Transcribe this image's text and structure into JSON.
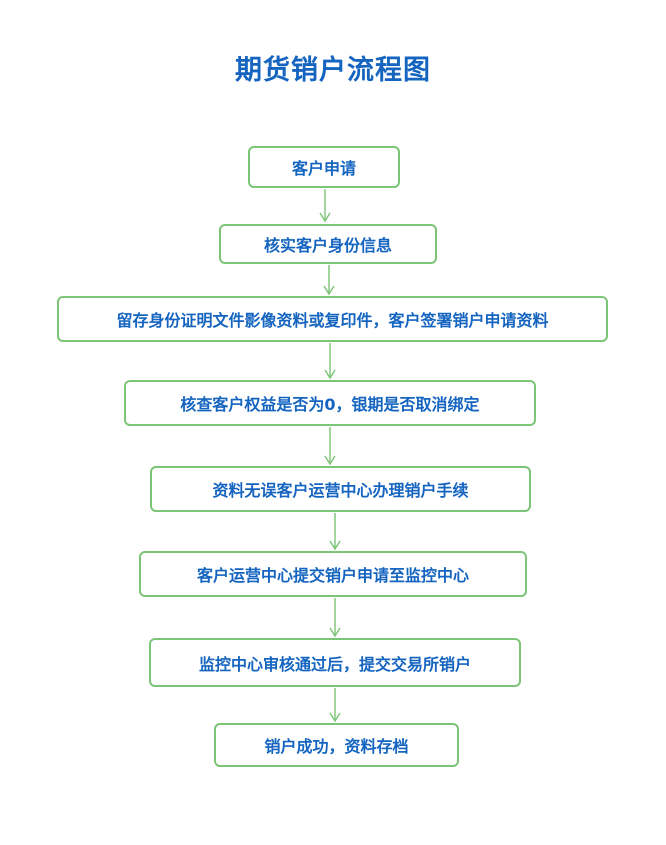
{
  "title": "期货销户流程图",
  "steps": [
    "客户申请",
    "核实客户身份信息",
    "留存身份证明文件影像资料或复印件，客户签署销户申请资料",
    "核查客户权益是否为0，银期是否取消绑定",
    "资料无误客户运营中心办理销户手续",
    "客户运营中心提交销户申请至监控中心",
    "监控中心审核通过后，提交交易所销户",
    "销户成功，资料存档"
  ],
  "colors": {
    "text": "#1565c0",
    "border": "#7cc576",
    "arrow": "#7cc576"
  }
}
